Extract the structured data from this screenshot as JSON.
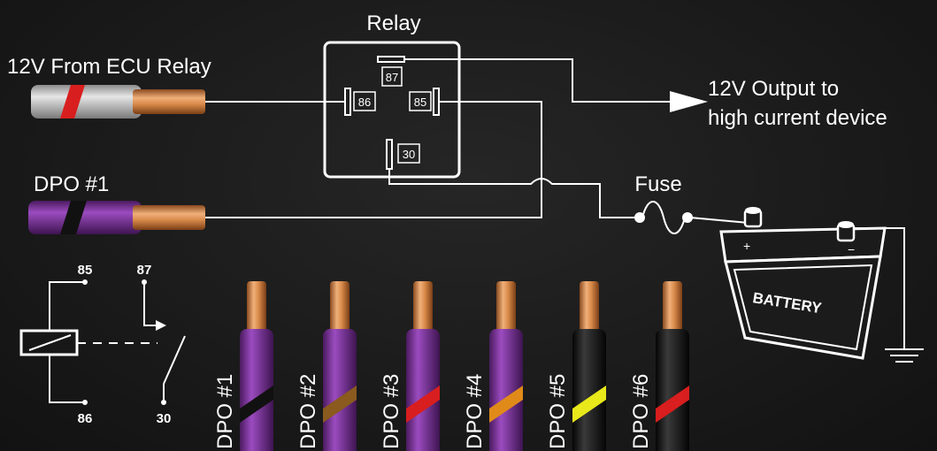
{
  "labels": {
    "relay": "Relay",
    "ecu_input": "12V From ECU Relay",
    "dpo_input": "DPO #1",
    "output_line1": "12V Output to",
    "output_line2": "high current device",
    "fuse": "Fuse",
    "battery": "BATTERY",
    "battery_plus": "+",
    "battery_minus": "−"
  },
  "relay_pins": {
    "p87": "87",
    "p86": "86",
    "p85": "85",
    "p30": "30"
  },
  "schematic": {
    "p85": "85",
    "p87": "87",
    "p86": "86",
    "p30": "30"
  },
  "wires": [
    {
      "label": "DPO #1",
      "insulation": "#7a2e99",
      "stripe": "#111111"
    },
    {
      "label": "DPO #2",
      "insulation": "#7a2e99",
      "stripe": "#8a5a1e"
    },
    {
      "label": "DPO #3",
      "insulation": "#7a2e99",
      "stripe": "#d81e1e"
    },
    {
      "label": "DPO #4",
      "insulation": "#7a2e99",
      "stripe": "#e08a1a"
    },
    {
      "label": "DPO #5",
      "insulation": "#141414",
      "stripe": "#e8e81a"
    },
    {
      "label": "DPO #6",
      "insulation": "#141414",
      "stripe": "#d81e1e"
    }
  ],
  "colors": {
    "copper": "#d98a4a",
    "line": "#ffffff",
    "ecu_wire": "#c8c8c8",
    "ecu_stripe": "#d81e1e",
    "dpo_wire": "#7a2e99"
  },
  "icons": [
    "relay-box",
    "fuse-icon",
    "battery-icon",
    "ground-icon",
    "arrow-icon"
  ]
}
